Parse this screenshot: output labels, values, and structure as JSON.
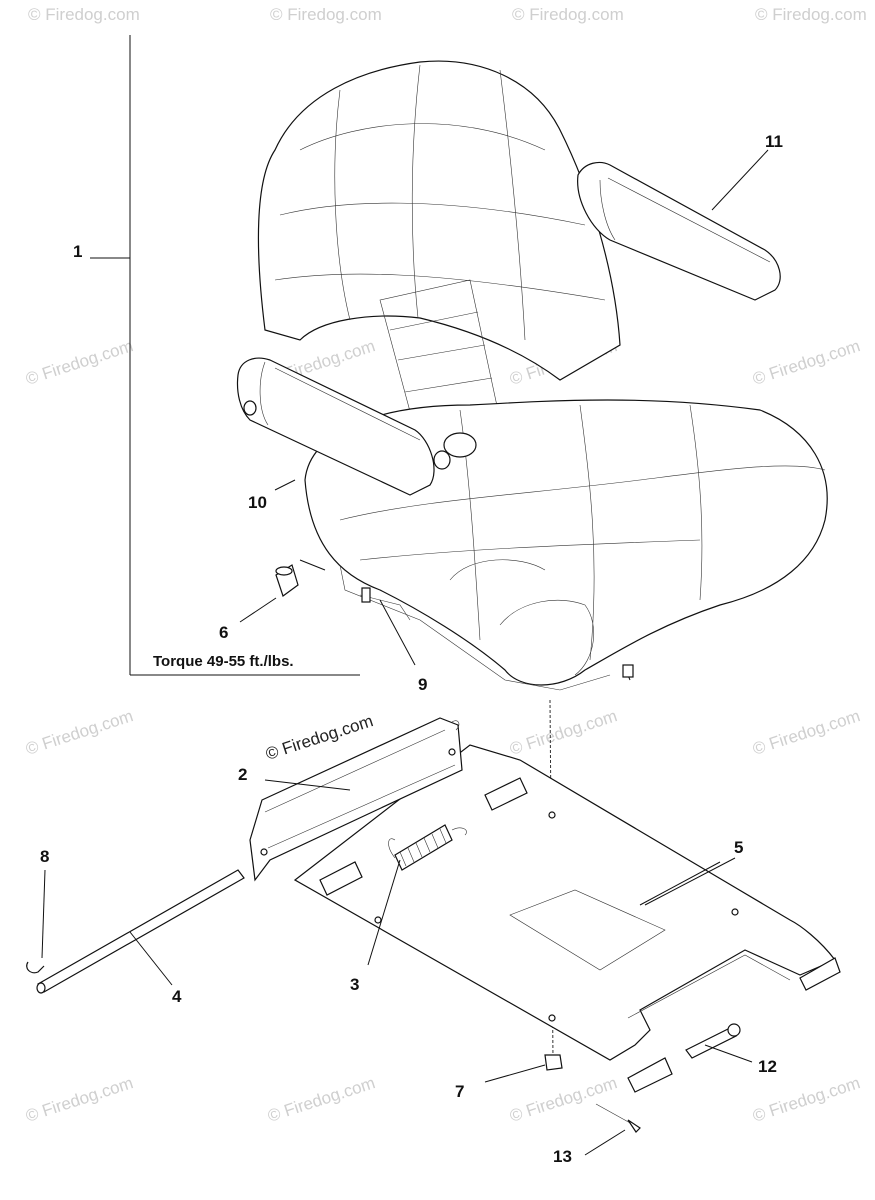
{
  "callouts": {
    "c1": "1",
    "c2": "2",
    "c3": "3",
    "c4": "4",
    "c5": "5",
    "c6": "6",
    "c7": "7",
    "c8": "8",
    "c9": "9",
    "c10": "10",
    "c11": "11",
    "c12": "12",
    "c13": "13"
  },
  "torque_note": "Torque 49-55 ft./lbs.",
  "watermark_main": "© Firedog.com",
  "watermark_repeat": "© Firedog.com"
}
